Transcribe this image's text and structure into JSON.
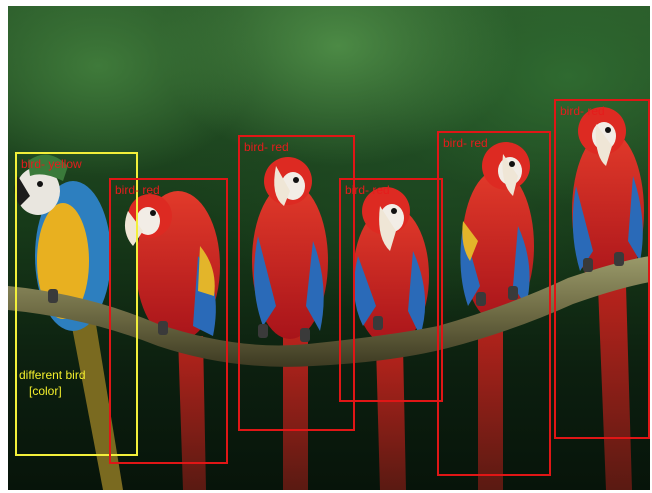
{
  "scene": {
    "description_icon": "macaw-parrots-on-branch"
  },
  "annotations": [
    {
      "label": "bird- yellow",
      "color": "#f2ef3a"
    },
    {
      "label": "bird- red",
      "color": "#e01616"
    },
    {
      "label": "bird- red",
      "color": "#e01616"
    },
    {
      "label": "bird- red",
      "color": "#e01616"
    },
    {
      "label": "bird- red",
      "color": "#e01616"
    },
    {
      "label": "bird- red",
      "color": "#e01616"
    }
  ],
  "note": {
    "line1": "different bird",
    "line2": "[color]",
    "color": "#f4ef2c"
  }
}
